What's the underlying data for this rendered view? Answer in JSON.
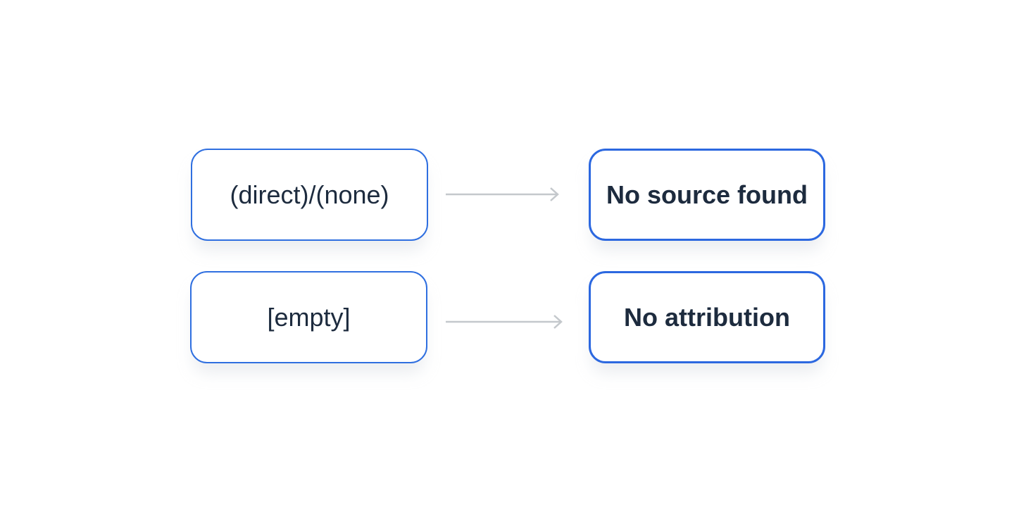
{
  "diagram": {
    "rows": [
      {
        "source": "(direct)/(none)",
        "target": "No source found"
      },
      {
        "source": "[empty]",
        "target": "No attribution"
      }
    ],
    "colors": {
      "border": "#2f6fe0",
      "text": "#1d2b3e",
      "arrow": "#c4c8cc"
    }
  }
}
